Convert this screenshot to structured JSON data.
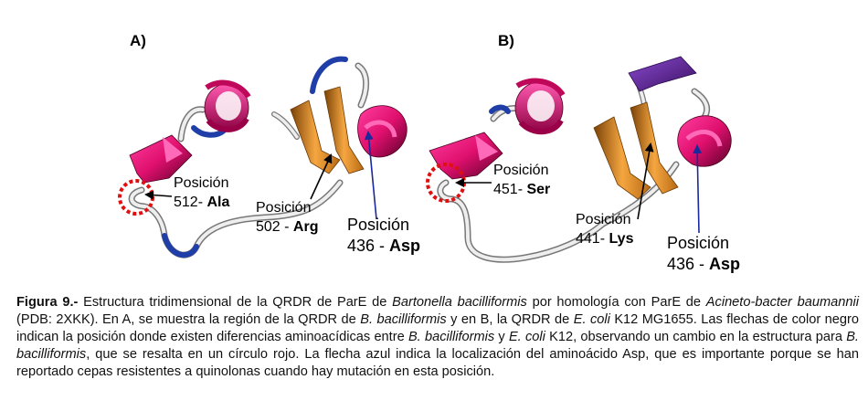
{
  "panels": {
    "a": {
      "label": "A)",
      "callouts": [
        {
          "line1": "Posición",
          "num": "512-",
          "aa": "Ala"
        },
        {
          "line1": "Posición",
          "num": "502 -",
          "aa": "Arg"
        },
        {
          "line1": "Posición",
          "num": "436 -",
          "aa": "Asp"
        }
      ]
    },
    "b": {
      "label": "B)",
      "callouts": [
        {
          "line1": "Posición",
          "num": "451-",
          "aa": "Ser"
        },
        {
          "line1": "Posición",
          "num": "441-",
          "aa": "Lys"
        },
        {
          "line1": "Posición",
          "num": "436 -",
          "aa": "Asp"
        }
      ]
    }
  },
  "caption": {
    "label": "Figura 9.-",
    "t1": " Estructura tridimensional de la QRDR de ParE de ",
    "i1": "Bartonella bacilliformis",
    "t2": " por homología con ParE de ",
    "i2": "Acineto-bacter baumannii",
    "t3": " (PDB: 2XKK). En A, se muestra la región de la QRDR de ",
    "i3": "B. bacilliformis",
    "t4": " y en B, la QRDR de ",
    "i4": "E. coli",
    "t5": " K12 MG1655. Las flechas de color negro indican la posición donde existen diferencias aminoacídicas entre ",
    "i5": "B. bacilliformis",
    "t6": " y ",
    "i6": "E. coli",
    "t7": " K12, observando un cambio en la estructura para ",
    "i7": "B. bacilliformis",
    "t8": ", que se resalta en un círculo rojo. La flecha azul indica la localización del aminoácido Asp, que es importante porque se han reportado cepas resistentes a quinolonas cuando hay mutación en esta posición."
  }
}
